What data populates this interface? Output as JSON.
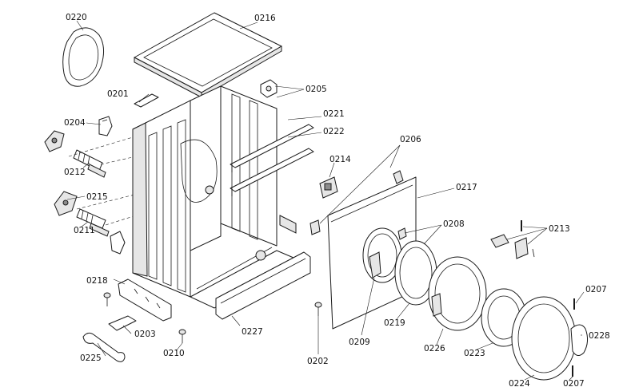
{
  "callouts": {
    "p0220": "0220",
    "p0216": "0216",
    "p0201": "0201",
    "p0205": "0205",
    "p0204": "0204",
    "p0221": "0221",
    "p0222": "0222",
    "p0212": "0212",
    "p0206": "0206",
    "p0214": "0214",
    "p0217": "0217",
    "p0215": "0215",
    "p0211": "0211",
    "p0208": "0208",
    "p0213": "0213",
    "p0218": "0218",
    "p0207a": "0207",
    "p0227": "0227",
    "p0219": "0219",
    "p0203": "0203",
    "p0209": "0209",
    "p0228": "0228",
    "p0226": "0226",
    "p0223": "0223",
    "p0225": "0225",
    "p0210": "0210",
    "p0202": "0202",
    "p0224": "0224",
    "p0207b": "0207"
  }
}
